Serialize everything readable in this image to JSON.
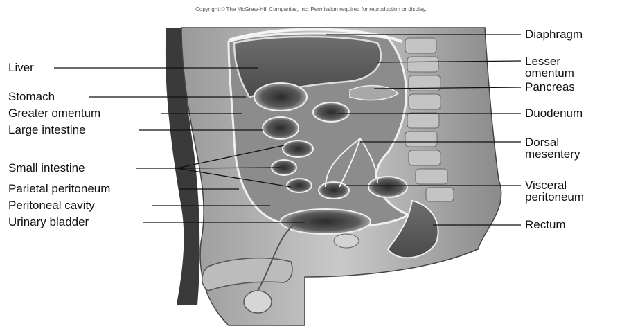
{
  "copyright": "Copyright © The McGraw-Hill Companies, Inc. Permission required for reproduction or display.",
  "labels_left": [
    {
      "id": "liver",
      "text": "Liver"
    },
    {
      "id": "stomach",
      "text": "Stomach"
    },
    {
      "id": "greater-omentum",
      "text": "Greater omentum"
    },
    {
      "id": "large-intestine",
      "text": "Large intestine"
    },
    {
      "id": "small-intestine",
      "text": "Small intestine"
    },
    {
      "id": "parietal-peritoneum",
      "text": "Parietal peritoneum"
    },
    {
      "id": "peritoneal-cavity",
      "text": "Peritoneal cavity"
    },
    {
      "id": "urinary-bladder",
      "text": "Urinary bladder"
    }
  ],
  "labels_right": [
    {
      "id": "diaphragm",
      "lines": [
        "Diaphragm"
      ]
    },
    {
      "id": "lesser-omentum",
      "lines": [
        "Lesser",
        "omentum"
      ]
    },
    {
      "id": "pancreas",
      "lines": [
        "Pancreas"
      ]
    },
    {
      "id": "duodenum",
      "lines": [
        "Duodenum"
      ]
    },
    {
      "id": "dorsal-mesentery",
      "lines": [
        "Dorsal",
        "mesentery"
      ]
    },
    {
      "id": "visceral-peritoneum",
      "lines": [
        "Visceral",
        "peritoneum"
      ]
    },
    {
      "id": "rectum",
      "lines": [
        "Rectum"
      ]
    }
  ]
}
